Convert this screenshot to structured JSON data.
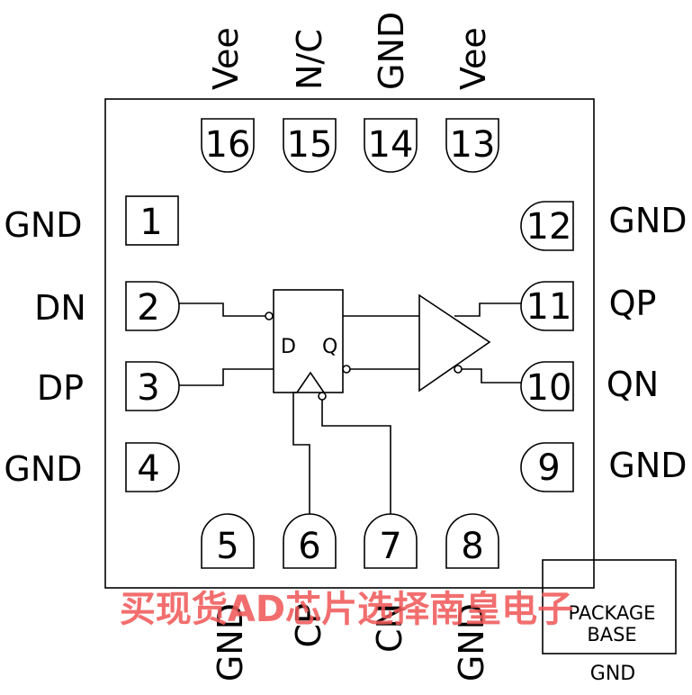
{
  "pins": {
    "p1": {
      "num": "1",
      "label": "GND"
    },
    "p2": {
      "num": "2",
      "label": "DN"
    },
    "p3": {
      "num": "3",
      "label": "DP"
    },
    "p4": {
      "num": "4",
      "label": "GND"
    },
    "p5": {
      "num": "5",
      "label": "GND"
    },
    "p6": {
      "num": "6",
      "label": "CP"
    },
    "p7": {
      "num": "7",
      "label": "CN"
    },
    "p8": {
      "num": "8",
      "label": "GND"
    },
    "p9": {
      "num": "9",
      "label": "GND"
    },
    "p10": {
      "num": "10",
      "label": "QN"
    },
    "p11": {
      "num": "11",
      "label": "QP"
    },
    "p12": {
      "num": "12",
      "label": "GND"
    },
    "p13": {
      "num": "13",
      "label": "Vee"
    },
    "p14": {
      "num": "14",
      "label": "GND"
    },
    "p15": {
      "num": "15",
      "label": "N/C"
    },
    "p16": {
      "num": "16",
      "label": "Vee"
    }
  },
  "flipflop": {
    "d_label": "D",
    "q_label": "Q"
  },
  "package_base": {
    "line1": "PACKAGE",
    "line2": "BASE",
    "pin_label": "GND"
  },
  "watermark": "买现货AD芯片选择南皇电子"
}
